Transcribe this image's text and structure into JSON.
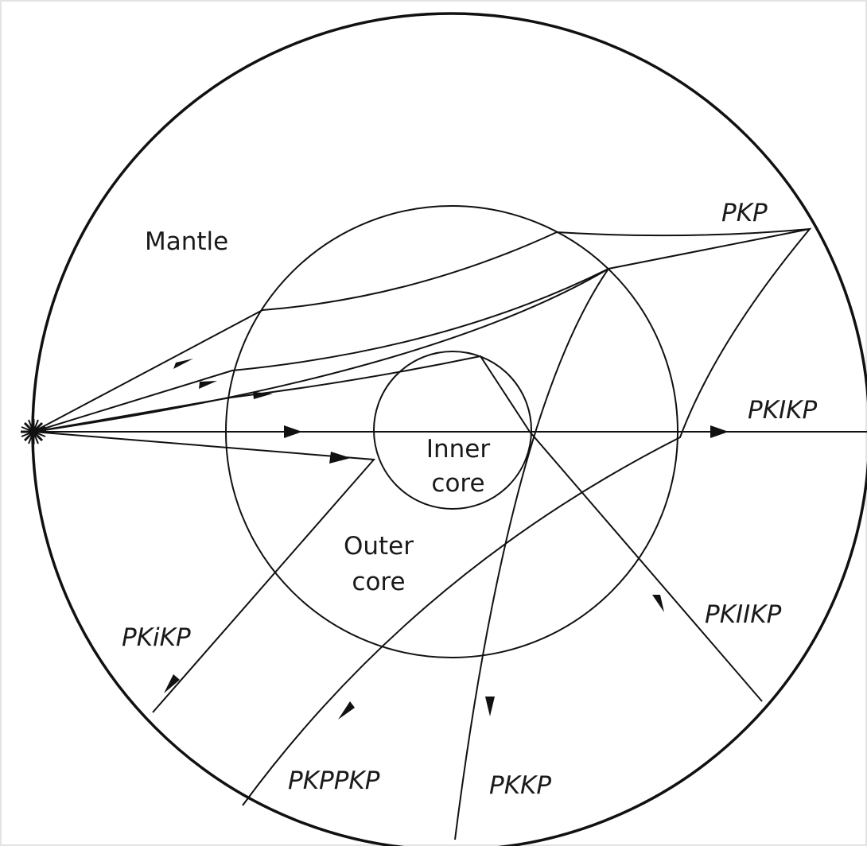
{
  "regions": {
    "mantle": "Mantle",
    "outer_core_line1": "Outer",
    "outer_core_line2": "core",
    "inner_core_line1": "Inner",
    "inner_core_line2": "core"
  },
  "phases": {
    "pkp": "PKP",
    "pkikp": "PKIKP",
    "pkiikp": "PKIIKP",
    "pkikp_reflected": "PKiKP",
    "pkppkp": "PKPPKP",
    "pkkp": "PKKP"
  },
  "colors": {
    "line": "#111111",
    "frame": "#e8e8e8",
    "background": "#ffffff"
  },
  "icons": {
    "source": "star-burst-icon"
  }
}
